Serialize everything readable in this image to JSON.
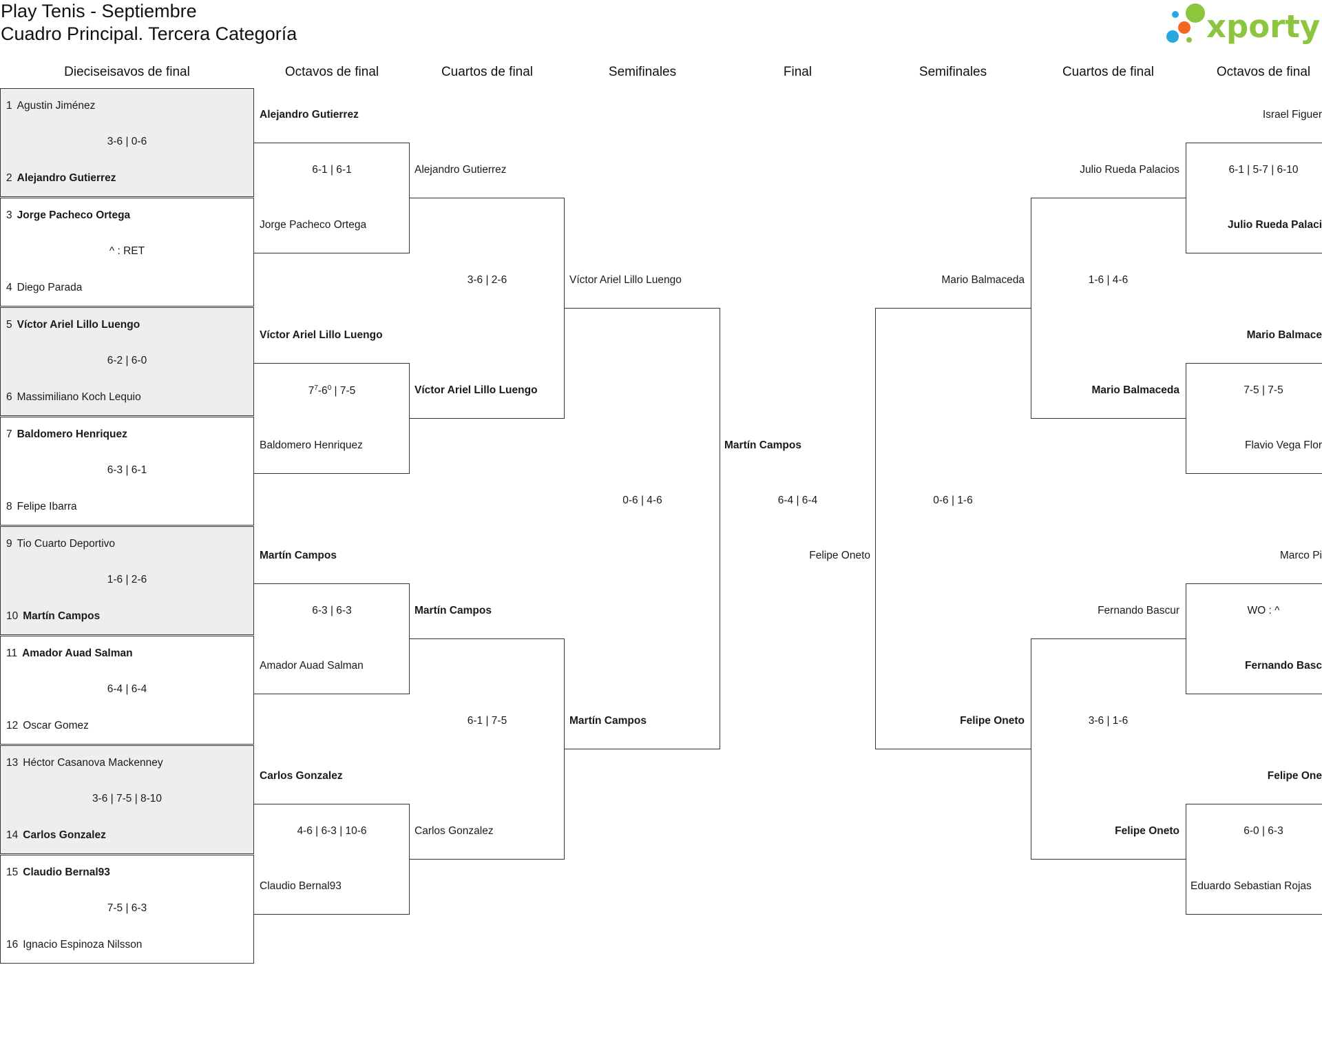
{
  "title": "Play Tenis - Septiembre",
  "subtitle": "Cuadro Principal. Tercera Categoría",
  "logo_text": "xporty",
  "colors": {
    "accent_green": "#8cc63f",
    "dot_blue": "#29a8e0",
    "dot_orange": "#f26522",
    "shade": "#eeeeee"
  },
  "rounds": {
    "r32": "Dieciseisavos de final",
    "r16": "Octavos de final",
    "qf": "Cuartos de final",
    "sf": "Semifinales",
    "final": "Final",
    "sf_r": "Semifinales",
    "qf_r": "Cuartos de final",
    "r16_r": "Octavos de final"
  },
  "r32": [
    {
      "p1": "Agustin Jiménez",
      "s1": "1",
      "p2": "Alejandro Gutierrez",
      "s2": "2",
      "score": "3-6 | 0-6"
    },
    {
      "p1": "Jorge Pacheco Ortega",
      "s1": "3",
      "p2": "Diego Parada",
      "s2": "4",
      "score": "^ : RET"
    },
    {
      "p1": "Víctor Ariel Lillo Luengo",
      "s1": "5",
      "p2": "Massimiliano Koch Lequio",
      "s2": "6",
      "score": "6-2 | 6-0"
    },
    {
      "p1": "Baldomero Henriquez",
      "s1": "7",
      "p2": "Felipe Ibarra",
      "s2": "8",
      "score": "6-3 | 6-1"
    },
    {
      "p1": "Tio Cuarto Deportivo",
      "s1": "9",
      "p2": "Martín Campos",
      "s2": "10",
      "score": "1-6 | 2-6"
    },
    {
      "p1": "Amador Auad Salman",
      "s1": "11",
      "p2": "Oscar Gomez",
      "s2": "12",
      "score": "6-4 | 6-4"
    },
    {
      "p1": "Héctor Casanova Mackenney",
      "s1": "13",
      "p2": "Carlos Gonzalez",
      "s2": "14",
      "score": "3-6 | 7-5 | 8-10"
    },
    {
      "p1": "Claudio Bernal93",
      "s1": "15",
      "p2": "Ignacio Espinoza Nilsson",
      "s2": "16",
      "score": "7-5 | 6-3"
    }
  ],
  "r16": [
    {
      "p1": "Alejandro Gutierrez",
      "p2": "Jorge Pacheco Ortega",
      "score": "6-1 | 6-1"
    },
    {
      "p1": "Víctor Ariel Lillo Luengo",
      "p2": "Baldomero Henriquez",
      "score_a": "7",
      "score_a_sup": "7",
      "score_b": "-6",
      "score_b_sup": "0",
      "score_c": " | 7-5"
    },
    {
      "p1": "Martín Campos",
      "p2": "Amador Auad Salman",
      "score": "6-3 | 6-3"
    },
    {
      "p1": "Carlos Gonzalez",
      "p2": "Claudio Bernal93",
      "score": "4-6 | 6-3 | 10-6"
    }
  ],
  "qf": [
    {
      "p1": "Alejandro Gutierrez",
      "p2": "Víctor Ariel Lillo Luengo",
      "score": "3-6 | 2-6"
    },
    {
      "p1": "Martín Campos",
      "p2": "Carlos Gonzalez",
      "score": "6-1 | 7-5"
    }
  ],
  "sf": {
    "p1": "Víctor Ariel Lillo Luengo",
    "p2": "Martín Campos",
    "score": "0-6 | 4-6"
  },
  "final": {
    "p1": "Martín Campos",
    "p2": "Felipe Oneto",
    "score": "6-4 | 6-4"
  },
  "sf_r": {
    "p1": "Mario Balmaceda",
    "p2": "Felipe Oneto",
    "score": "0-6 | 1-6"
  },
  "qf_r": [
    {
      "p1": "Julio Rueda Palacios",
      "p2": "Mario Balmaceda",
      "score": "1-6 | 4-6"
    },
    {
      "p1": "Fernando Bascur",
      "p2": "Felipe Oneto",
      "score": "3-6 | 1-6"
    }
  ],
  "r16_r": [
    {
      "p1": "Israel Figuer",
      "p2": "Julio Rueda Palaci",
      "score": "6-1 | 5-7 | 6-10"
    },
    {
      "p1": "Mario Balmace",
      "p2": "Flavio Vega Flor",
      "score": "7-5 | 7-5"
    },
    {
      "p1": "Marco Pi",
      "p2": "Fernando Basc",
      "score": "WO : ^"
    },
    {
      "p1": "Felipe One",
      "p2": "Eduardo Sebastian Rojas",
      "score": "6-0 | 6-3"
    }
  ]
}
